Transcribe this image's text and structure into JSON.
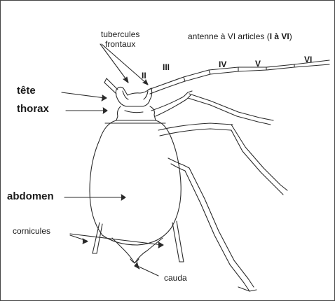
{
  "labels": {
    "tubercules_line1": "tubercules",
    "tubercules_line2": "frontaux",
    "antenne": "antenne à VI articles (",
    "antenne_range": "I à VI",
    "antenne_close": ")",
    "tete": "tête",
    "thorax": "thorax",
    "abdomen": "abdomen",
    "cornicules": "cornicules",
    "cauda": "cauda"
  },
  "segments": [
    "II",
    "III",
    "IV",
    "V",
    "VI"
  ],
  "colors": {
    "ink": "#1a1a1a",
    "background": "#ffffff",
    "frame": "#444444"
  }
}
